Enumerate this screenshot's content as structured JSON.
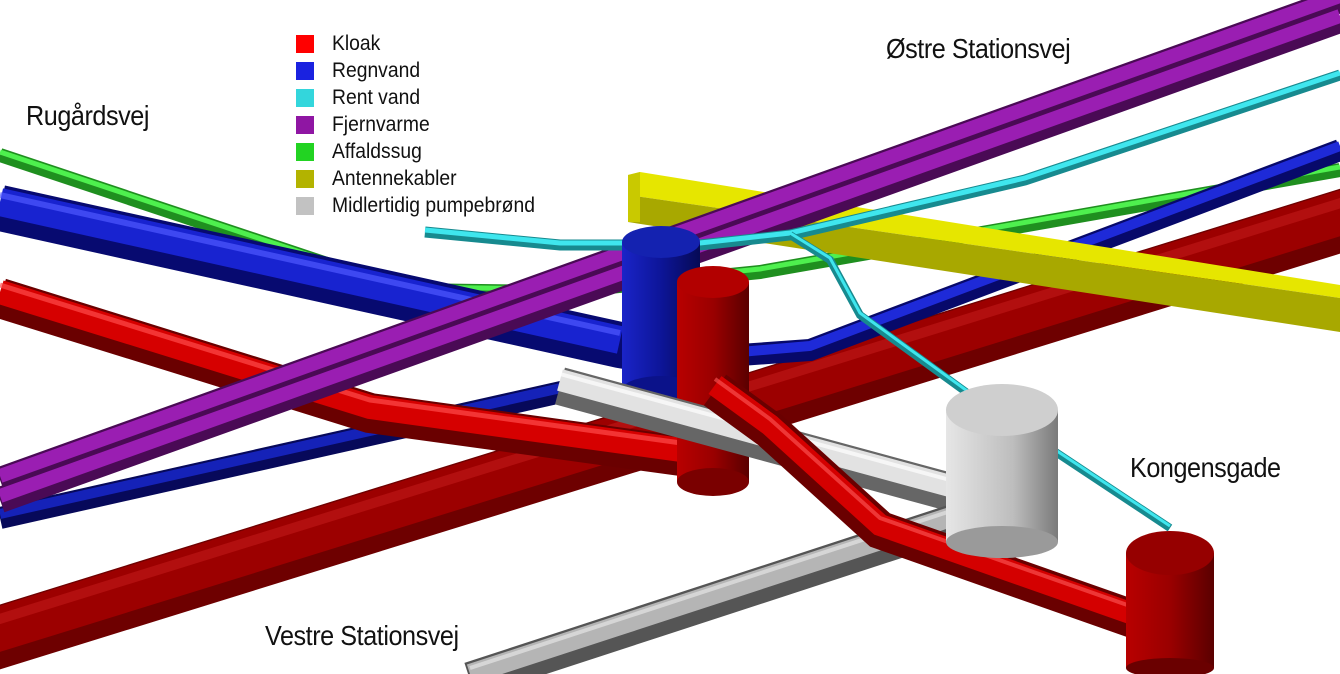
{
  "legend": [
    {
      "label": "Kloak",
      "color": "#ff0000"
    },
    {
      "label": "Regnvand",
      "color": "#1a22e0"
    },
    {
      "label": "Rent vand",
      "color": "#33d6dc"
    },
    {
      "label": "Fjernvarme",
      "color": "#8f16a3"
    },
    {
      "label": "Affaldssug",
      "color": "#22d322"
    },
    {
      "label": "Antennekabler",
      "color": "#b3b300"
    },
    {
      "label": "Midlertidig pumpebrønd",
      "color": "#c2c2c2"
    }
  ],
  "streets": {
    "rugardsvej": "Rugårdsvej",
    "ostre": "Østre Stationsvej",
    "kongensgade": "Kongensgade",
    "vestre": "Vestre Stationsvej"
  },
  "pipe_colors": {
    "sewer": "#a00000",
    "sewer_dark": "#7a0000",
    "rain": "#10169a",
    "clean": "#2ccdd3",
    "heat": "#8e18a2",
    "waste": "#28b528",
    "antenna": "#b0b000",
    "pump": "#b8b8b8"
  }
}
